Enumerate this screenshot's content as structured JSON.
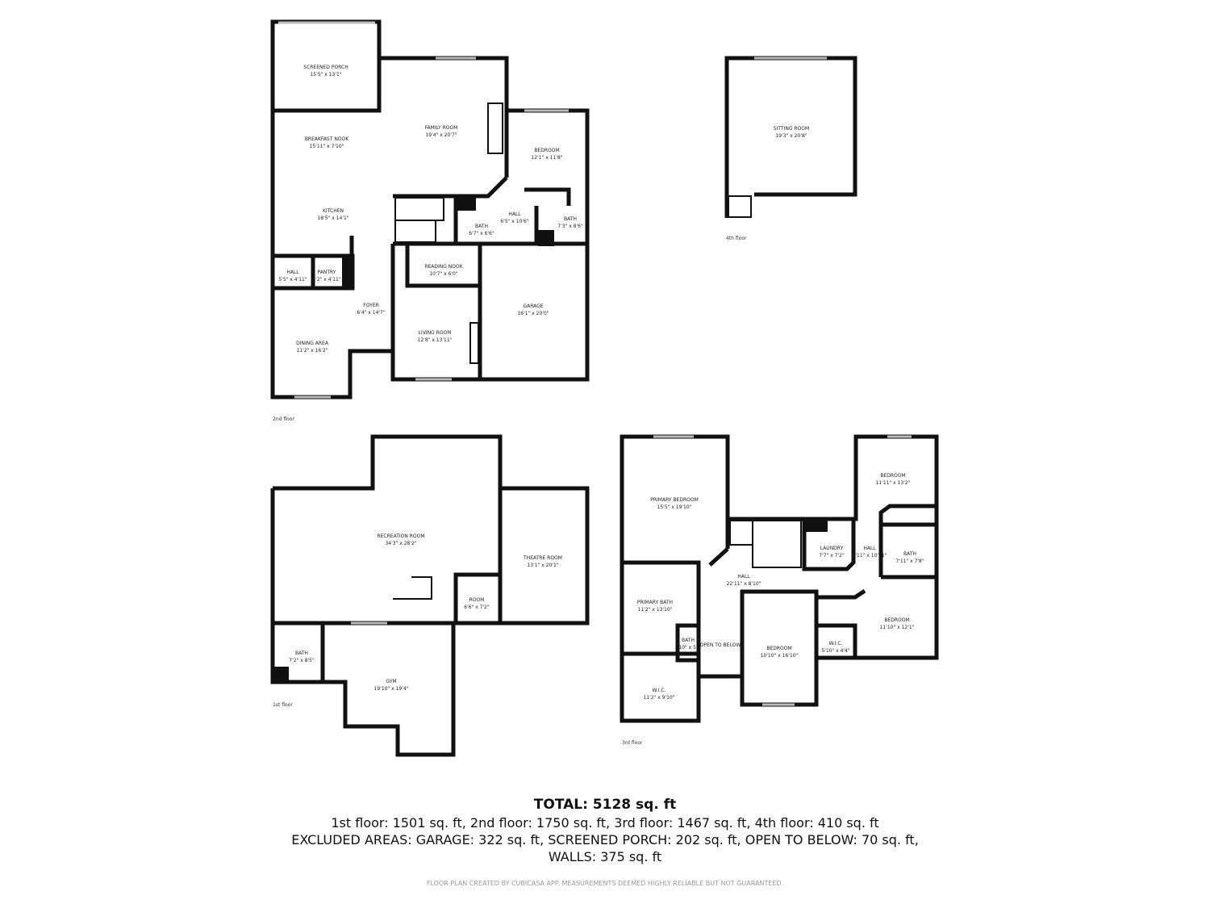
{
  "floors": {
    "second": {
      "label": "2nd floor",
      "rooms": [
        {
          "name": "SCREENED PORCH",
          "dims": "15'5\" x 13'1\""
        },
        {
          "name": "BREAKFAST NOOK",
          "dims": "15'11\" x 7'10\""
        },
        {
          "name": "FAMILY ROOM",
          "dims": "19'4\" x 20'7\""
        },
        {
          "name": "BEDROOM",
          "dims": "12'1\" x 11'8\""
        },
        {
          "name": "KITCHEN",
          "dims": "18'5\" x 14'1\""
        },
        {
          "name": "BATH",
          "dims": "6'7\" x 6'6\""
        },
        {
          "name": "HALL",
          "dims": "6'5\" x 10'6\""
        },
        {
          "name": "BATH",
          "dims": "7'3\" x 8'6\""
        },
        {
          "name": "HALL",
          "dims": "5'5\" x 4'11\""
        },
        {
          "name": "PANTRY",
          "dims": "4'2\" x 4'11\""
        },
        {
          "name": "READING NOOK",
          "dims": "10'7\" x 6'0\""
        },
        {
          "name": "FOYER",
          "dims": "6'4\" x 14'7\""
        },
        {
          "name": "GARAGE",
          "dims": "16'1\" x 20'0\""
        },
        {
          "name": "LIVING ROOM",
          "dims": "12'8\" x 13'11\""
        },
        {
          "name": "DINING AREA",
          "dims": "11'2\" x 16'2\""
        }
      ]
    },
    "fourth": {
      "label": "4th floor",
      "rooms": [
        {
          "name": "SITTING ROOM",
          "dims": "19'3\" x 20'8\""
        }
      ]
    },
    "first": {
      "label": "1st floor",
      "rooms": [
        {
          "name": "RECREATION ROOM",
          "dims": "34'3\" x 28'2\""
        },
        {
          "name": "THEATRE ROOM",
          "dims": "13'1\" x 20'1\""
        },
        {
          "name": "ROOM",
          "dims": "6'6\" x 7'2\""
        },
        {
          "name": "BATH",
          "dims": "7'2\" x 8'5\""
        },
        {
          "name": "GYM",
          "dims": "19'10\" x 19'4\""
        }
      ]
    },
    "third": {
      "label": "3rd floor",
      "rooms": [
        {
          "name": "PRIMARY BEDROOM",
          "dims": "15'5\" x 19'10\""
        },
        {
          "name": "HALL",
          "dims": "22'11\" x 8'10\""
        },
        {
          "name": "LAUNDRY",
          "dims": "7'7\" x 7'2\""
        },
        {
          "name": "HALL",
          "dims": "3'11\" x 10'11\""
        },
        {
          "name": "BATH",
          "dims": "7'11\" x 7'8\""
        },
        {
          "name": "BEDROOM",
          "dims": "11'11\" x 13'2\""
        },
        {
          "name": "BEDROOM",
          "dims": "11'10\" x 12'1\""
        },
        {
          "name": "PRIMARY BATH",
          "dims": "11'2\" x 13'10\""
        },
        {
          "name": "BATH",
          "dims": "10\" x 5'"
        },
        {
          "name": "OPEN TO BELOW",
          "dims": ""
        },
        {
          "name": "BEDROOM",
          "dims": "10'10\" x 16'10\""
        },
        {
          "name": "W.I.C.",
          "dims": "5'10\" x 4'4\""
        },
        {
          "name": "W.I.C.",
          "dims": "11'2\" x 9'10\""
        }
      ]
    }
  },
  "summary": {
    "total": "TOTAL: 5128 sq. ft",
    "line1": "1st floor: 1501 sq. ft, 2nd floor: 1750 sq. ft, 3rd floor: 1467 sq. ft, 4th floor: 410 sq. ft",
    "line2": "EXCLUDED AREAS: GARAGE: 322 sq. ft, SCREENED PORCH: 202 sq. ft, OPEN TO BELOW: 70 sq. ft,",
    "line3": "WALLS: 375 sq. ft"
  },
  "footer": "FLOOR PLAN CREATED BY CUBICASA APP. MEASUREMENTS DEEMED HIGHLY RELIABLE BUT NOT GUARANTEED."
}
